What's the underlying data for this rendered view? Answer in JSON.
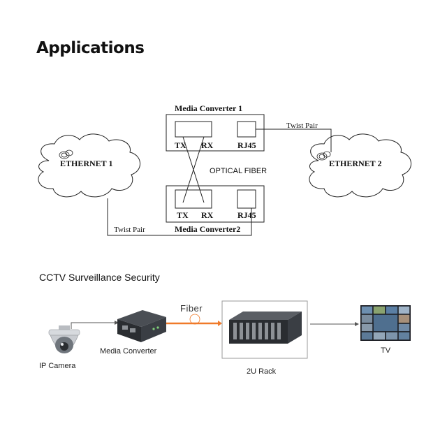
{
  "page": {
    "title": "Applications"
  },
  "network_diagram": {
    "converter_top_label": "Media Converter 1",
    "converter_bottom_label": "Media Converter2",
    "tx_label": "TX",
    "rx_label": "RX",
    "rj45_label": "RJ45",
    "optical_fiber_label": "OPTICAL FIBER",
    "twist_pair_label": "Twist Pair",
    "ethernet1_label": "ETHERNET 1",
    "ethernet2_label": "ETHERNET 2"
  },
  "cctv": {
    "section_title": "CCTV Surveillance Security",
    "fiber_label": "Fiber",
    "ip_camera_label": "IP Camera",
    "media_converter_label": "Media Converter",
    "rack_label": "2U Rack",
    "tv_label": "TV",
    "colors": {
      "fiber": "#f07a2a",
      "device_dark": "#2a2d31",
      "camera_silver": "#c9ccd1"
    }
  }
}
